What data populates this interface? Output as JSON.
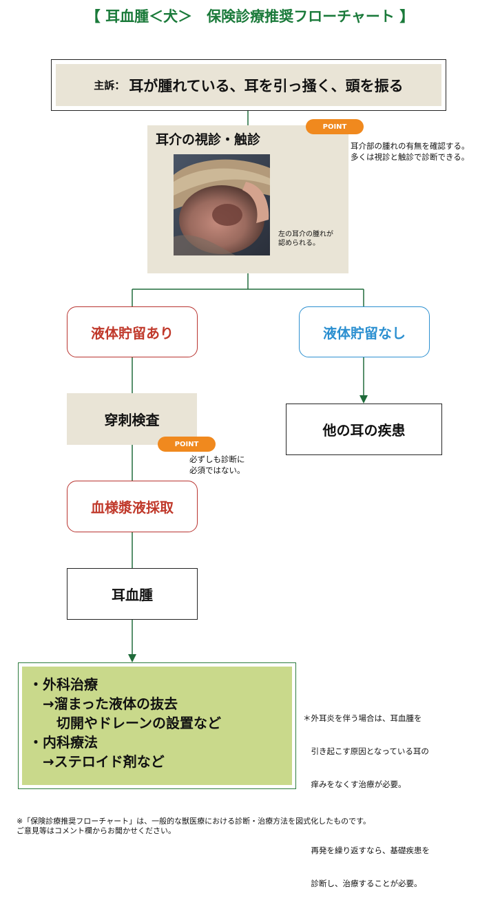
{
  "title": "【 耳血腫＜犬＞　保険診療推奨フローチャート 】",
  "chief_complaint": {
    "prefix": "主訴：",
    "text": "耳が腫れている、耳を引っ掻く、頭を振る"
  },
  "exam": {
    "title": "耳介の視診・触診",
    "photo_caption": [
      "左の耳介の腫れが",
      "認められる。"
    ],
    "point_label": "POINT",
    "note": [
      "耳介部の腫れの有無を確認する。",
      "多くは視診と触診で診断できる。"
    ]
  },
  "branch_fluid_yes": "液体貯留あり",
  "branch_fluid_no": "液体貯留なし",
  "puncture": {
    "label": "穿刺検査",
    "point_label": "POINT",
    "note": [
      "必ずしも診断に",
      "必須ではない。"
    ]
  },
  "serosanguinous": "血様漿液採取",
  "other_disease": "他の耳の疾患",
  "diagnosis": "耳血腫",
  "treatment": [
    "・外科治療",
    "　→溜まった液体の抜去",
    "　　切開やドレーンの設置など",
    "・内科療法",
    "　→ステロイド剤など"
  ],
  "side_note": [
    "＊外耳炎を伴う場合は、耳血腫を",
    "　引き起こす原因となっている耳の",
    "　痒みをなくす治療が必要。",
    "",
    "　再発を繰り返すなら、基礎疾患を",
    "　診断し、治療することが必要。"
  ],
  "footer": [
    "※「保険診療推奨フローチャート」は、一般的な獣医療における診断・治療方法を図式化したものです。",
    "ご意見等はコメント欄からお聞かせください。"
  ],
  "colors": {
    "title": "#1a7a3a",
    "connector": "#1f6b3a",
    "point_badge": "#f0891e",
    "red": "#c0392b",
    "blue": "#2b8fd0",
    "treatment_fill": "#c9d98b",
    "beige": "#e9e4d6"
  }
}
